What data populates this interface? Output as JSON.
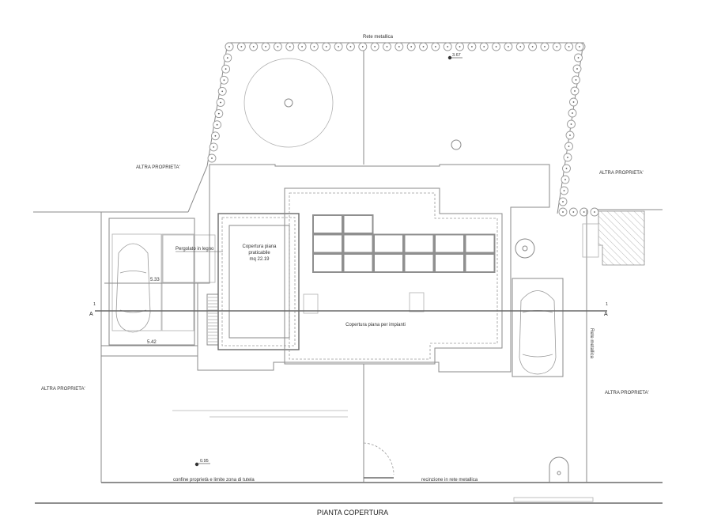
{
  "drawing": {
    "title": "PIANTA COPERTURA",
    "labels": {
      "rete_metallica_top": "Rete metallica",
      "rete_metallica_right": "Rete metallica",
      "altra_proprieta_nw": "ALTRA PROPRIETA'",
      "altra_proprieta_ne": "ALTRA PROPRIETA'",
      "altra_proprieta_sw": "ALTRA PROPRIETA'",
      "altra_proprieta_se": "ALTRA PROPRIETA'",
      "pergolato": "Pergolato in legno",
      "copertura_praticabile_1": "Copertura piana",
      "copertura_praticabile_2": "praticabile",
      "copertura_praticabile_3": "mq 22.19",
      "copertura_impianti": "Copertura piana per impianti",
      "confine": "confine  proprietà e limite zona di tutela",
      "recinzione": "recinzione in rete metallica"
    },
    "dimensions": {
      "dim_upper": "5.33",
      "dim_lower": "5.42"
    },
    "elevations": {
      "spot_top": "3.67",
      "spot_bottom": "0.95"
    },
    "section": {
      "left_label": "A",
      "right_label": "A",
      "left_num": "1",
      "right_num": "1"
    },
    "solar_panels": {
      "rows": [
        2,
        6,
        6
      ]
    }
  }
}
